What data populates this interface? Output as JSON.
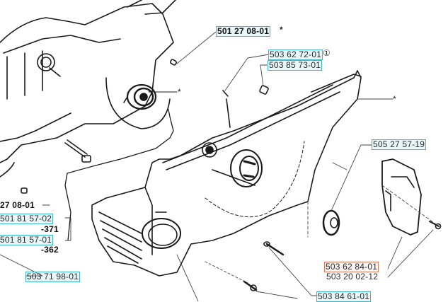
{
  "diagram": {
    "title": "Crankcase / clutch cover exploded parts view",
    "highlight_colors": {
      "selectable": "#3fb6c9",
      "selected": "#e07a5f"
    },
    "labels": [
      {
        "id": "p1",
        "text": "501 27 08-01",
        "suffix": "*",
        "boxed": true,
        "style": "bold"
      },
      {
        "id": "p2",
        "text": "503 62 72-01",
        "suffix": "①",
        "boxed": true
      },
      {
        "id": "p3",
        "text": "503 85 73-01",
        "boxed": true
      },
      {
        "id": "p4",
        "text": "505 27 57-19",
        "boxed": true
      },
      {
        "id": "p5",
        "text": "503 62 84-01",
        "boxed": true,
        "selected": true
      },
      {
        "id": "p6",
        "text": "503 20 02-12",
        "boxed": false
      },
      {
        "id": "p7",
        "text": "503 84 61-01",
        "boxed": true
      },
      {
        "id": "p8",
        "text": "27 08-01",
        "boxed": false,
        "style": "bold"
      },
      {
        "id": "p9",
        "text": "501 81 57-02",
        "boxed": true
      },
      {
        "id": "p10",
        "text": "-371",
        "boxed": false,
        "style": "bold"
      },
      {
        "id": "p11",
        "text": "501 81 57-01",
        "boxed": true
      },
      {
        "id": "p12",
        "text": "-362",
        "boxed": false,
        "style": "bold"
      },
      {
        "id": "p13",
        "text": "503 71 98-01",
        "boxed": true
      }
    ],
    "annotations": [
      {
        "id": "a1",
        "text": "*"
      },
      {
        "id": "a2",
        "text": "*"
      }
    ]
  }
}
